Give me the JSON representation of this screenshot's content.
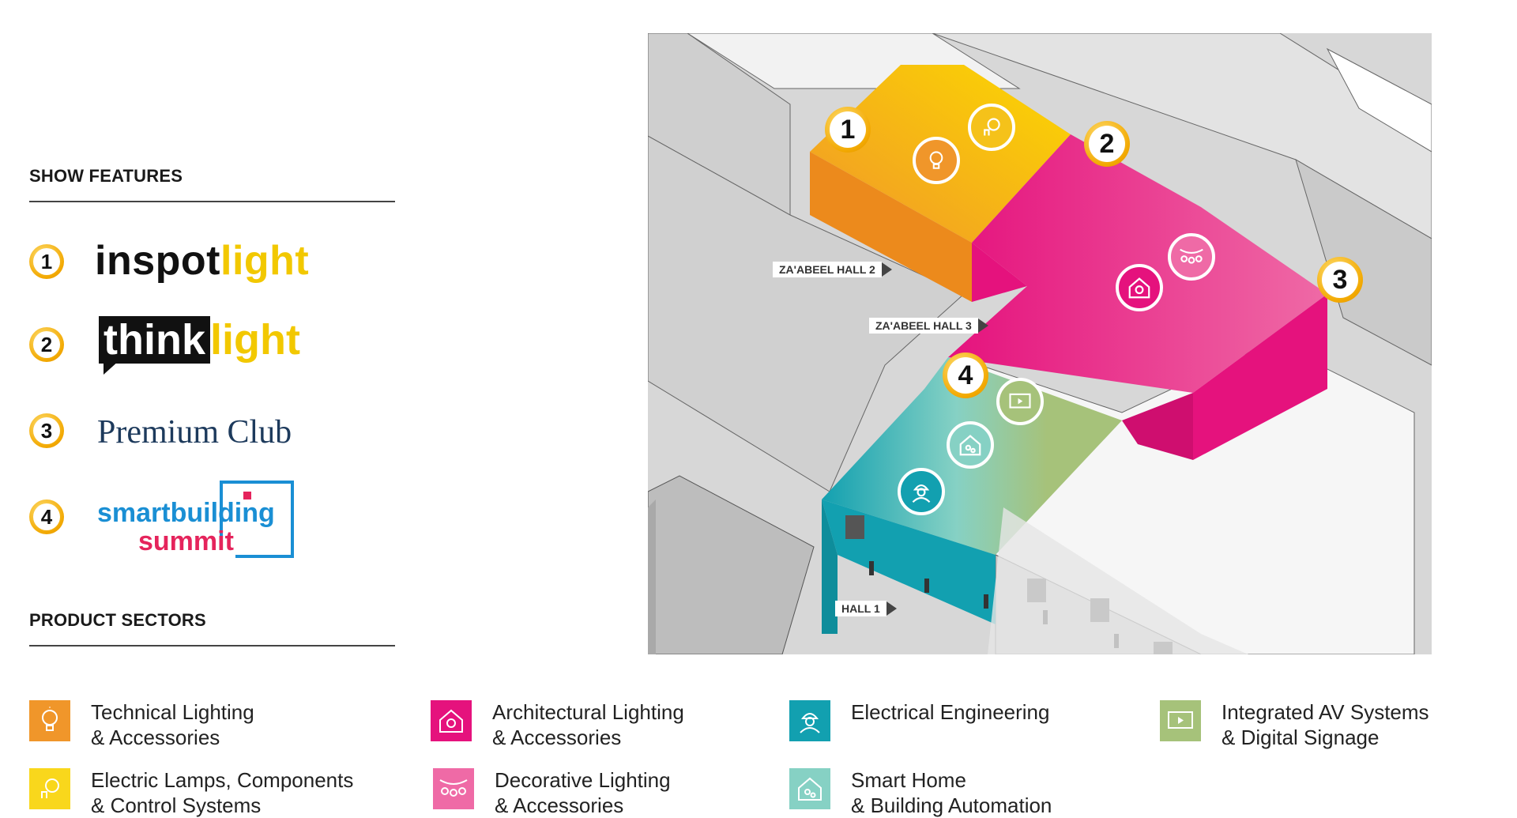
{
  "show_features": {
    "title": "SHOW FEATURES",
    "items": [
      {
        "number": "1",
        "logo_parts": [
          "insp",
          "o",
          "t",
          "light"
        ]
      },
      {
        "number": "2",
        "logo_parts": [
          "think",
          "light"
        ]
      },
      {
        "number": "3",
        "logo_text": "Premium Club"
      },
      {
        "number": "4",
        "logo_parts": [
          "smartbuilding",
          "summit"
        ]
      }
    ]
  },
  "product_sectors": {
    "title": "PRODUCT SECTORS",
    "items": [
      {
        "line1": "Technical Lighting",
        "line2": "& Accessories",
        "color": "#f0962a",
        "icon": "bulb-icon"
      },
      {
        "line1": "Electric Lamps, Components",
        "line2": "& Control Systems",
        "color": "#f9d71c",
        "icon": "plug-bulb-icon"
      },
      {
        "line1": "Architectural Lighting",
        "line2": "& Accessories",
        "color": "#e5127d",
        "icon": "house-bulb-icon"
      },
      {
        "line1": "Decorative Lighting",
        "line2": "& Accessories",
        "color": "#ef6aa6",
        "icon": "string-lights-icon"
      },
      {
        "line1": "Electrical Engineering",
        "line2": "",
        "color": "#12a0b0",
        "icon": "engineer-icon"
      },
      {
        "line1": "Smart Home",
        "line2": "& Building Automation",
        "color": "#86d1c4",
        "icon": "smart-home-icon"
      },
      {
        "line1": "Integrated AV Systems",
        "line2": "& Digital Signage",
        "color": "#a6c27a",
        "icon": "av-screen-icon"
      }
    ]
  },
  "map": {
    "labels": {
      "hall2": "ZA'ABEEL HALL 2",
      "hall3": "ZA'ABEEL HALL 3",
      "hall1": "HALL 1"
    },
    "markers": [
      "1",
      "2",
      "3",
      "4"
    ],
    "colors": {
      "orange": "#f0962a",
      "yellow": "#fcd800",
      "magenta": "#e5127d",
      "pink": "#ef6aa6",
      "teal": "#12a0b0",
      "mint": "#86d1c4",
      "green": "#a6c27a",
      "gray": "#d7d7d7"
    }
  }
}
